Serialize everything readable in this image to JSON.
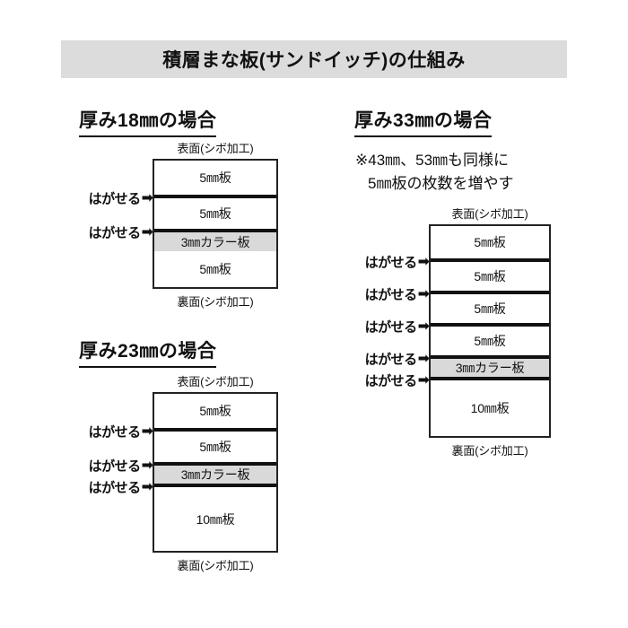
{
  "title": {
    "text": "積層まな板(サンドイッチ)の仕組み"
  },
  "labels": {
    "front_face": "表面(シボ加工)",
    "back_face": "裏面(シボ加工)",
    "peelable": "はがせる",
    "arrow_icon": "➡"
  },
  "colors": {
    "banner_bg": "#dcdcdc",
    "color_layer_bg": "#d9d9d9",
    "line": "#111111",
    "page_bg": "#ffffff"
  },
  "sections": [
    {
      "id": "18",
      "heading": "厚み18㎜の場合",
      "top_label": "表面(シボ加工)",
      "bottom_label": "裏面(シボ加工)",
      "layers": [
        {
          "label": "5㎜板",
          "height": 38,
          "color": false,
          "peelable_top": false
        },
        {
          "label": "5㎜板",
          "height": 38,
          "color": false,
          "peelable_top": true
        },
        {
          "label": "3㎜カラー板",
          "height": 25,
          "color": true,
          "peelable_top": true
        },
        {
          "label": "5㎜板",
          "height": 40,
          "color": false,
          "peelable_top": false
        }
      ]
    },
    {
      "id": "23",
      "heading": "厚み23㎜の場合",
      "top_label": "表面(シボ加工)",
      "bottom_label": "裏面(シボ加工)",
      "layers": [
        {
          "label": "5㎜板",
          "height": 38,
          "color": false,
          "peelable_top": false
        },
        {
          "label": "5㎜板",
          "height": 38,
          "color": false,
          "peelable_top": true
        },
        {
          "label": "3㎜カラー板",
          "height": 24,
          "color": true,
          "peelable_top": true
        },
        {
          "label": "10㎜板",
          "height": 75,
          "color": false,
          "peelable_top": true
        }
      ]
    },
    {
      "id": "33",
      "heading": "厚み33㎜の場合",
      "note_line_1": "※43㎜、53㎜も同様に",
      "note_line_2": "5㎜板の枚数を増やす",
      "top_label": "表面(シボ加工)",
      "bottom_label": "裏面(シボ加工)",
      "layers": [
        {
          "label": "5㎜板",
          "height": 36,
          "color": false,
          "peelable_top": false
        },
        {
          "label": "5㎜板",
          "height": 36,
          "color": false,
          "peelable_top": true
        },
        {
          "label": "5㎜板",
          "height": 36,
          "color": false,
          "peelable_top": true
        },
        {
          "label": "5㎜板",
          "height": 36,
          "color": false,
          "peelable_top": true
        },
        {
          "label": "3㎜カラー板",
          "height": 24,
          "color": true,
          "peelable_top": true
        },
        {
          "label": "10㎜板",
          "height": 66,
          "color": false,
          "peelable_top": true
        }
      ]
    }
  ]
}
